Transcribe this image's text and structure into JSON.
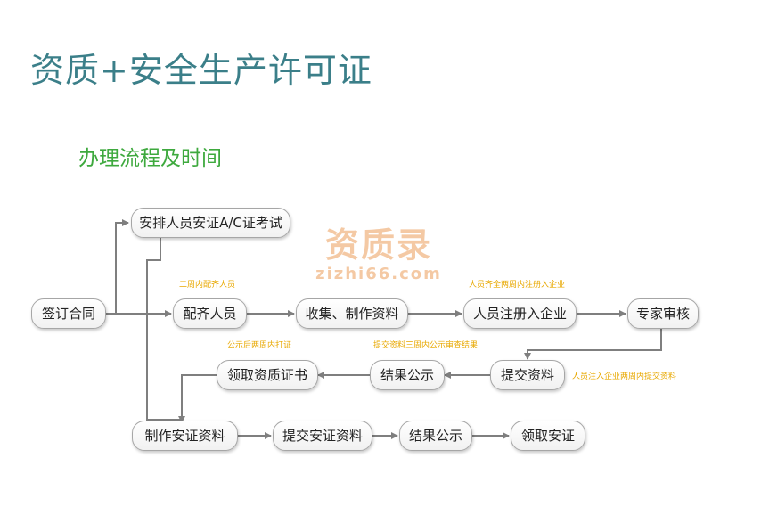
{
  "title": "资质+安全生产许可证",
  "subtitle": "办理流程及时间",
  "watermark": {
    "main": "资质录",
    "sub": "zizhi66.com"
  },
  "nodes": {
    "sign": "签订合同",
    "exam": "安排人员安证A/C证考试",
    "staff": "配齐人员",
    "collect": "收集、制作资料",
    "register": "人员注册入企业",
    "review": "专家审核",
    "submit": "提交资料",
    "publicity": "结果公示",
    "cert": "领取资质证书",
    "make_safety": "制作安证资料",
    "submit_safety": "提交安证资料",
    "publicity2": "结果公示",
    "get_safety": "领取安证"
  },
  "notes": {
    "staff_time": "二周内配齐人员",
    "register_time": "人员齐全两周内注册入企业",
    "submit_time": "人员注入企业两周内提交资料",
    "review_time": "提交资料三周内公示审查结果",
    "cert_time": "公示后两周内打证"
  },
  "colors": {
    "title": "#3b7f89",
    "subtitle": "#3ea93e",
    "note": "#e8a800",
    "line": "#7f7f7f",
    "watermark": "#f4c9a4"
  }
}
